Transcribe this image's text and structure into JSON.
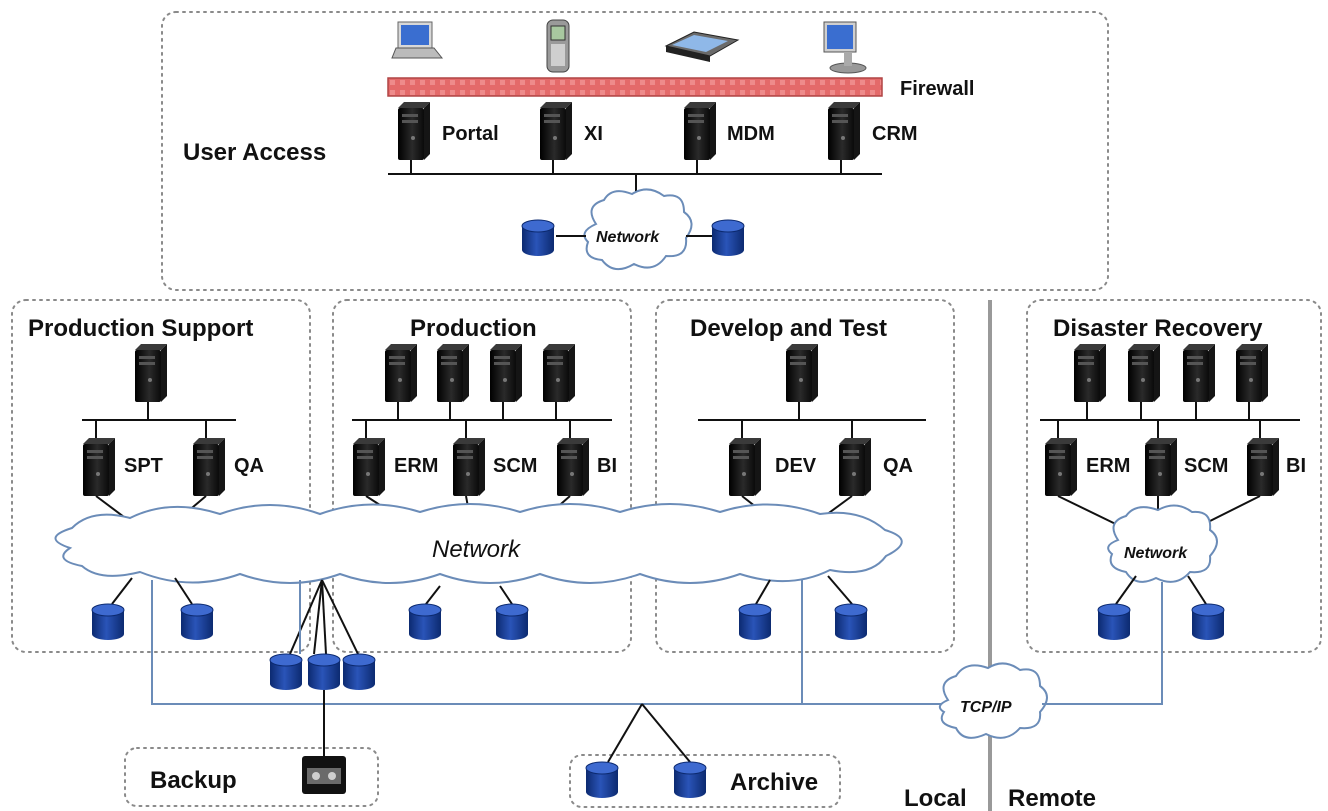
{
  "zones": {
    "user_access": "User Access",
    "production_support": "Production Support",
    "production": "Production",
    "develop_test": "Develop and Test",
    "disaster_recovery": "Disaster Recovery",
    "backup": "Backup",
    "archive": "Archive"
  },
  "firewall": "Firewall",
  "servers": {
    "portal": "Portal",
    "xi": "XI",
    "mdm": "MDM",
    "crm": "CRM",
    "spt": "SPT",
    "ps_qa": "QA",
    "prod_erm": "ERM",
    "prod_scm": "SCM",
    "prod_bi": "BI",
    "dev": "DEV",
    "dt_qa": "QA",
    "dr_erm": "ERM",
    "dr_scm": "SCM",
    "dr_bi": "BI"
  },
  "networks": {
    "user_access": "Network",
    "main": "Network",
    "dr": "Network",
    "tcpip": "TCP/IP"
  },
  "sides": {
    "local": "Local",
    "remote": "Remote"
  }
}
